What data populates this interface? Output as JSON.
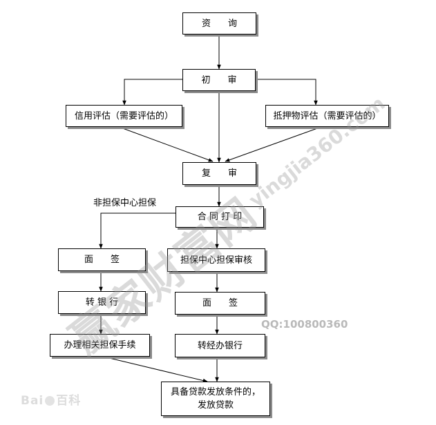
{
  "nodes": {
    "consult": "资　询",
    "first_review": "初　审",
    "credit_eval": "信用评估（需要评估的）",
    "collateral_eval": "抵押物评估（需要评估的）",
    "second_review": "复　审",
    "contract_print": "合 同 打 印",
    "interview_left": "面　签",
    "guarantee_review": "担保中心担保审核",
    "transfer_bank": "转 银 行",
    "interview_right": "面　签",
    "guarantee_procedures": "办理相关担保手续",
    "transfer_handling_bank": "转经办银行",
    "disburse_line1": "具备贷款发放条件的，",
    "disburse_line2": "发放贷款"
  },
  "edge_labels": {
    "non_guarantee": "非担保中心担保"
  },
  "watermark": {
    "main": "赢家财富网",
    "url": "yingjia360.com",
    "qq": "QQ:100800360",
    "baidu_left": "Bai",
    "baidu_right": "百科"
  }
}
